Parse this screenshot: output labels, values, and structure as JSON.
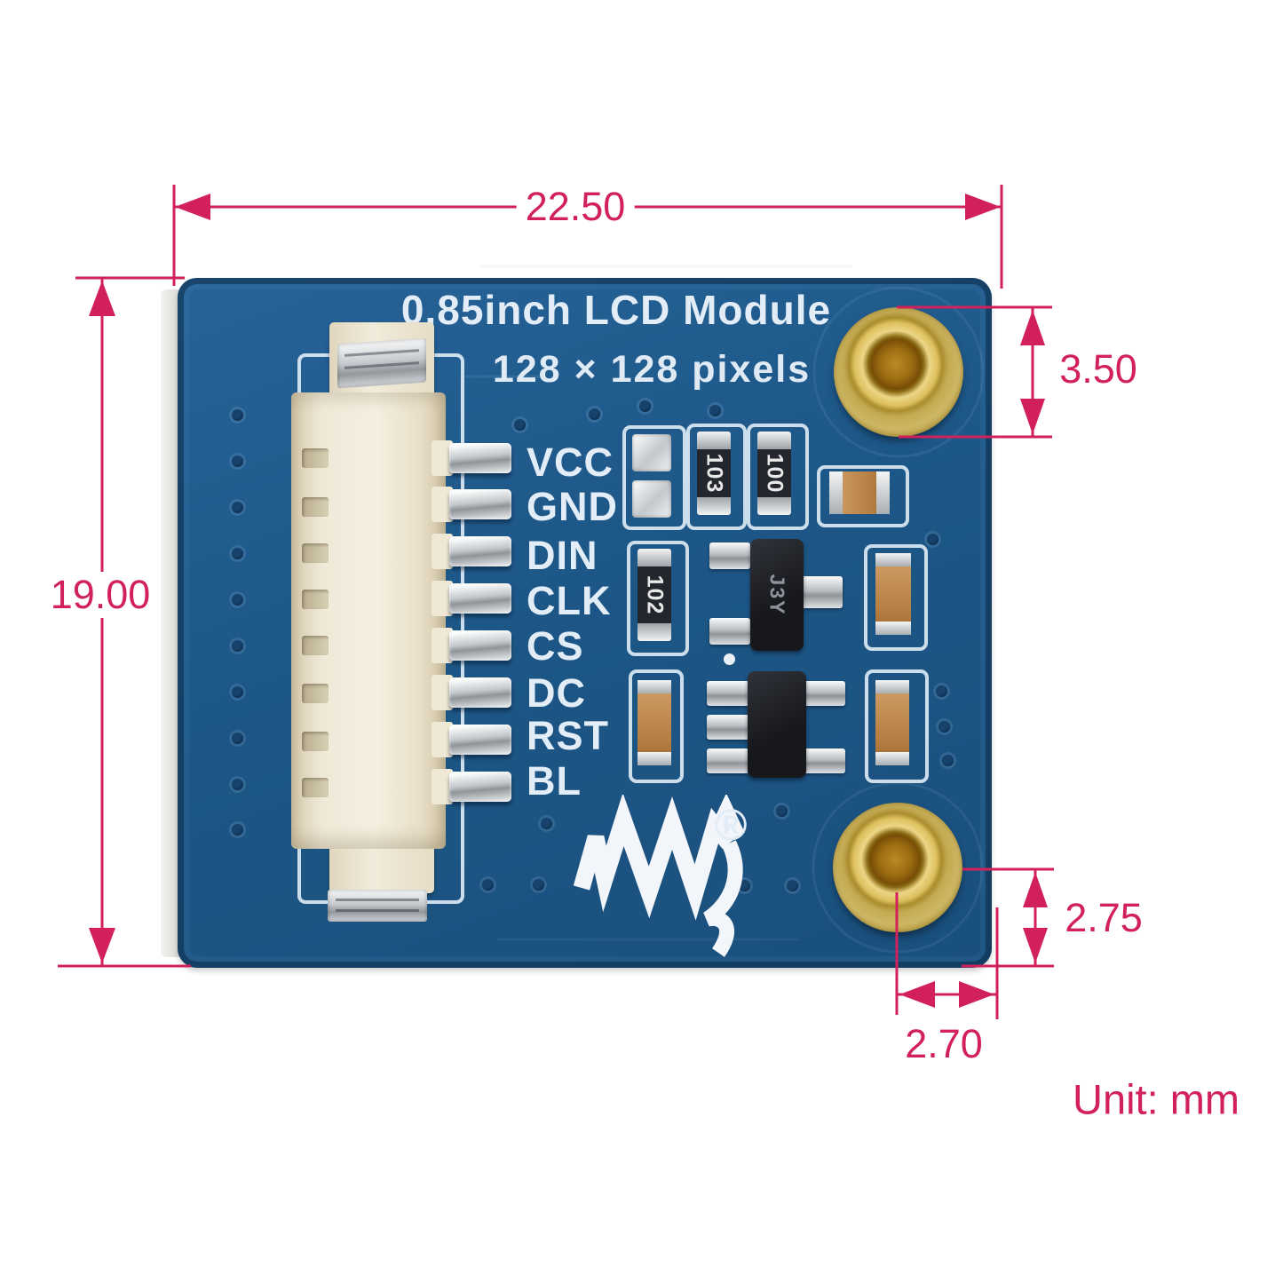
{
  "annotation": {
    "unit": "Unit: mm",
    "dims": {
      "board_width": "22.50",
      "board_height": "19.00",
      "standoff_diameter": "3.50",
      "hole_to_bottom": "2.75",
      "hole_to_right": "2.70"
    }
  },
  "board": {
    "title": "0.85inch LCD Module",
    "subtitle": "128 × 128 pixels",
    "pin_labels": [
      "VCC",
      "GND",
      "DIN",
      "CLK",
      "CS",
      "DC",
      "RST",
      "BL"
    ],
    "markings": {
      "r103": "103",
      "r100": "100",
      "r102": "102",
      "transistor": "J3Y",
      "registered": "®"
    },
    "brand_icon": "waveshare-logo"
  },
  "colors": {
    "dimension_red": "#d2215a",
    "pcb_blue": "#1d5787",
    "silkscreen": "#e3edf7",
    "standoff_gold": "#c3aa52",
    "connector_cream": "#efe9d8"
  }
}
